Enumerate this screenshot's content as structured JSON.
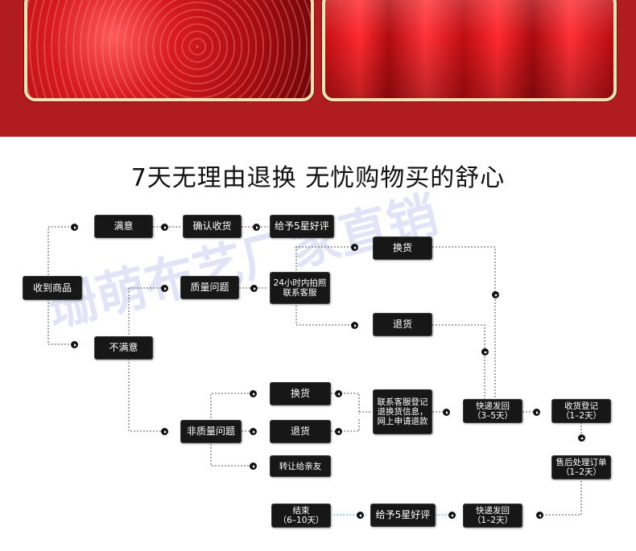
{
  "heading": "7天无理由退换 无忧购物买的舒心",
  "watermark": "珊萌布艺厂家直销",
  "colors": {
    "banner": "#b01c1f",
    "box": "#171717",
    "line": "#555555",
    "accent_line": "#3aa9d8"
  },
  "nodes": {
    "receive": "收到商品",
    "satisfied": "满意",
    "confirm": "确认收货",
    "good_review": "给予5星好评",
    "unsatisfied": "不满意",
    "quality_issue": "质量问题",
    "contact_24h": "24小时内拍照联系客服",
    "exchange_1": "换货",
    "return_1": "退货",
    "non_quality_issue": "非质量问题",
    "exchange_2": "换货",
    "return_2": "退货",
    "gift_friend": "转让给亲友",
    "register_info": "联系客服登记退换货信息，网上申请退款",
    "ship_back": "快递发回\n（3–5天）",
    "receive_register": "收货登记\n（1–2天）",
    "after_sale": "售后处理订单\n（1–2天）",
    "ship_out": "快递发回\n（1–2天）",
    "good_review_2": "给予5星好评",
    "end": "结束\n（6–10天）"
  }
}
